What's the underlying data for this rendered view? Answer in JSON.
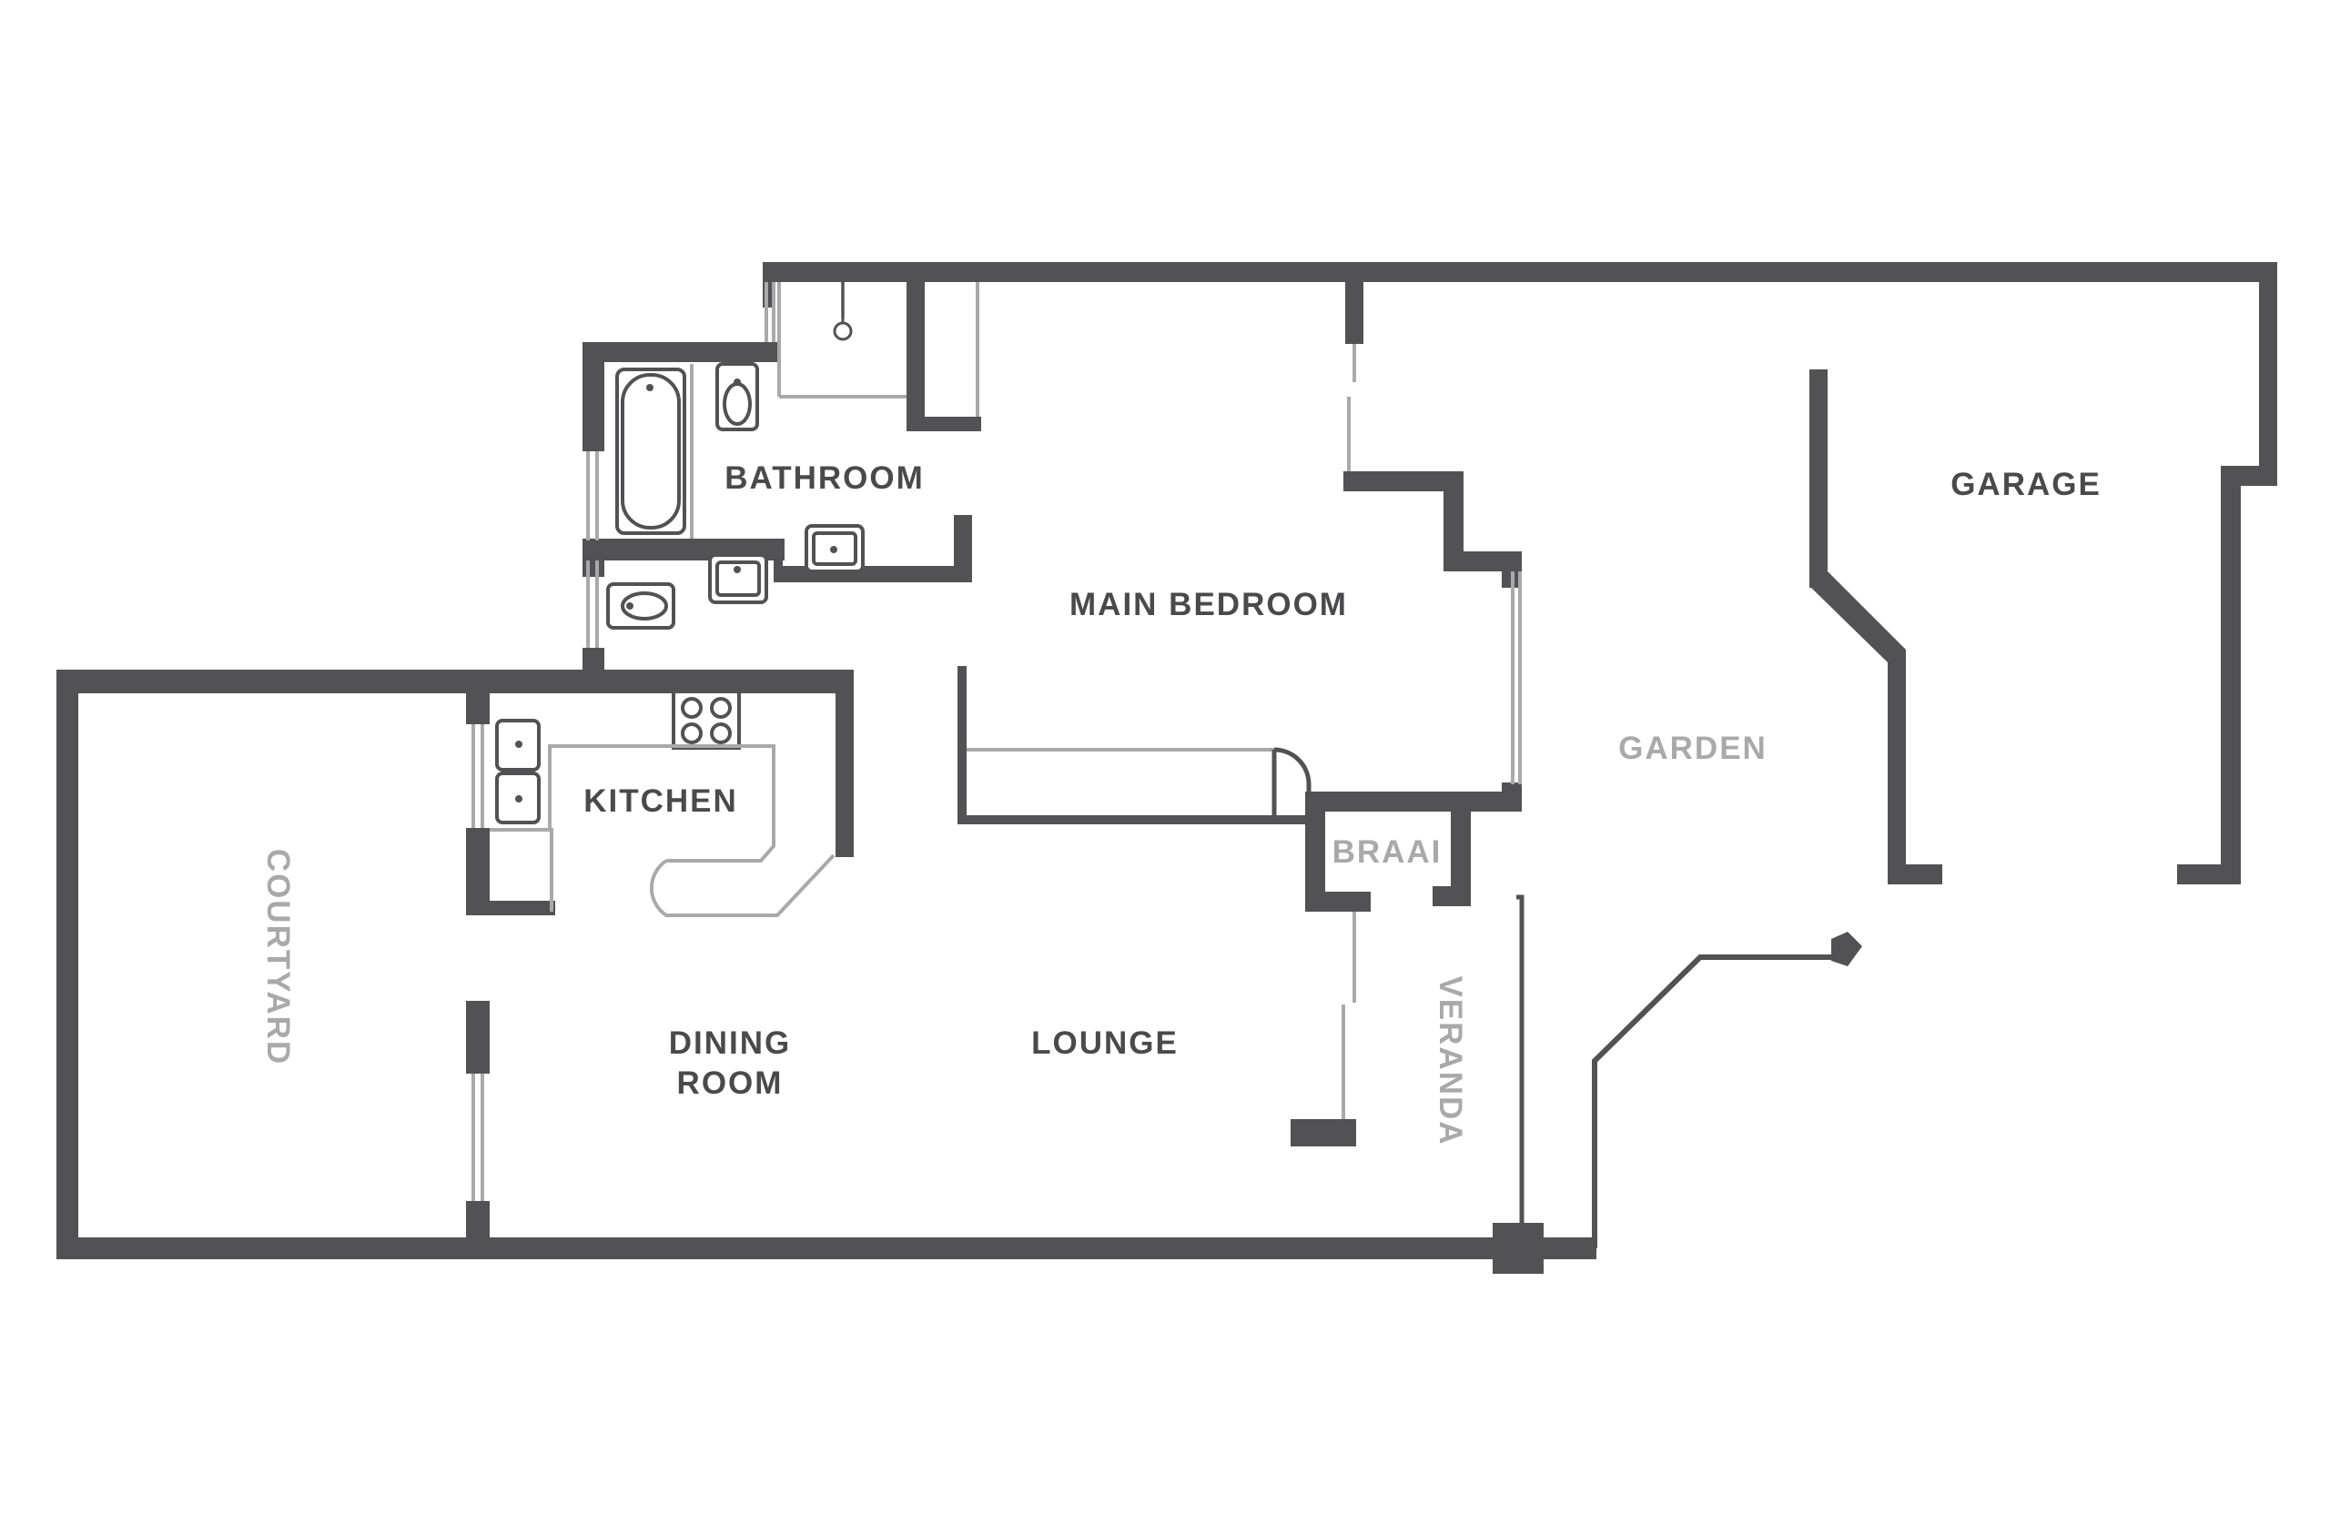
{
  "rooms": {
    "bathroom": "BATHROOM",
    "main_bedroom": "MAIN BEDROOM",
    "garage": "GARAGE",
    "garden": "GARDEN",
    "kitchen": "KITCHEN",
    "braai": "BRAAI",
    "courtyard": "COURTYARD",
    "dining_line1": "DINING",
    "dining_line2": "ROOM",
    "lounge": "LOUNGE",
    "veranda": "VERANDA"
  },
  "colors": {
    "wall": "#525255",
    "label_dark": "#4a4a4d",
    "label_light": "#a9a9ab",
    "background": "#ffffff"
  }
}
